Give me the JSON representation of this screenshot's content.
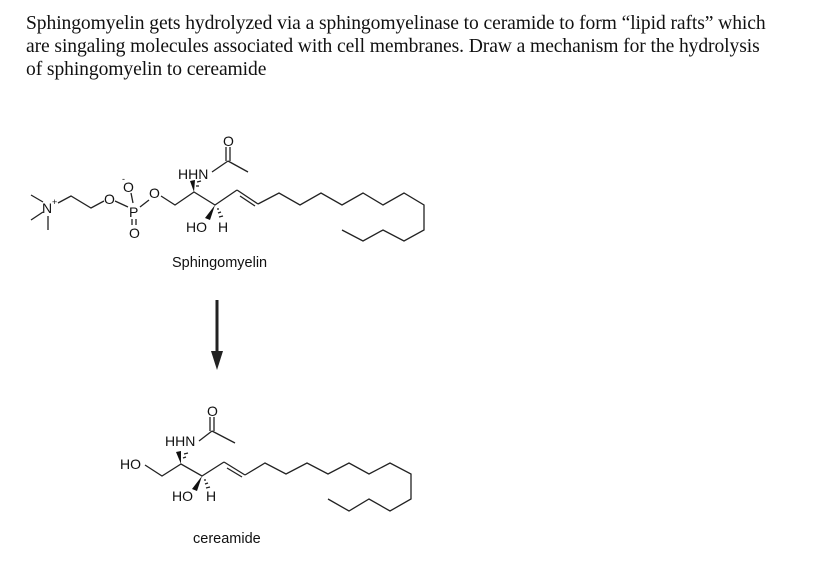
{
  "question": {
    "lines": [
      "Sphingomyelin gets hydrolyzed via a sphingomyelinase to ceramide to form “lipid rafts” which",
      "are singaling molecules associated with cell membranes.  Draw a mechanism for the hydrolysis",
      "of sphingomyelin to cereamide"
    ]
  },
  "scheme": {
    "reactant": {
      "name": "Sphingomyelin",
      "atoms": {
        "n_plus": "N",
        "n_charge": "+",
        "o_ester1": "O",
        "p": "P",
        "o_minus": "O",
        "o_minus_charge": "-",
        "o_double": "O",
        "o_ester2": "O",
        "hhn": "HHN",
        "amide_o": "O",
        "ho": "HO",
        "h": "H"
      }
    },
    "arrow": {
      "direction": "down",
      "icon": "reaction-arrow-icon"
    },
    "product": {
      "name": "cereamide",
      "atoms": {
        "terminal_ho": "HO",
        "hhn": "HHN",
        "amide_o": "O",
        "ho": "HO",
        "h": "H"
      }
    }
  }
}
